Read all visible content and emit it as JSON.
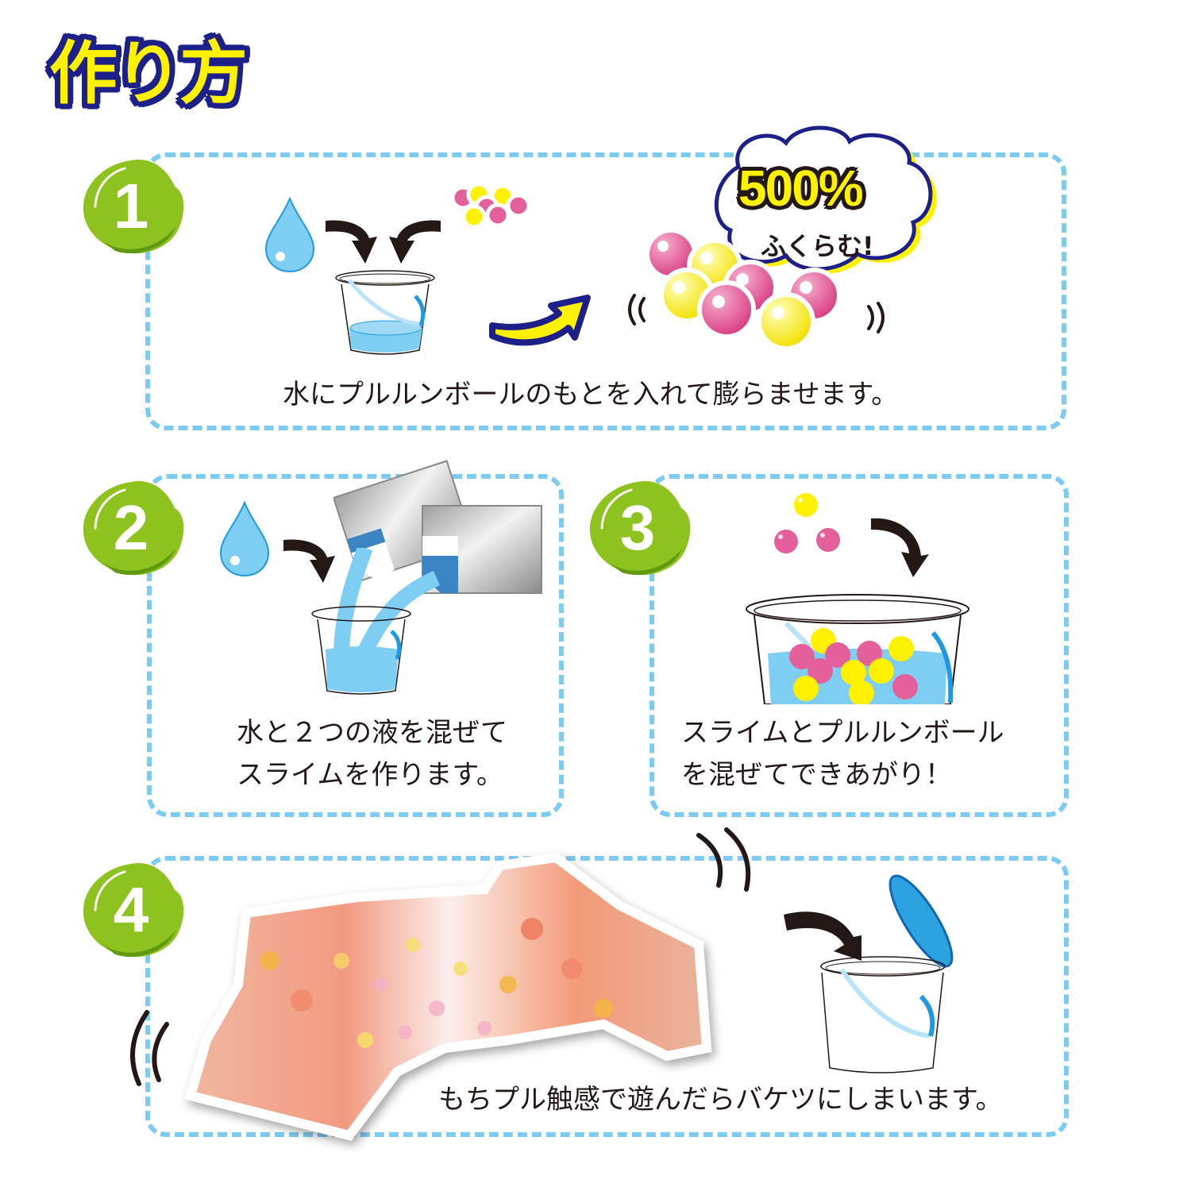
{
  "header": {
    "title": "作り方"
  },
  "colors": {
    "panel_border": "#7ccbf2",
    "badge_green": "#8dc21f",
    "badge_green_dark": "#5f9a0e",
    "title_yellow": "#fff200",
    "title_outline": "#1d2088",
    "water_blue": "#7ecef4",
    "bucket_handle": "#1f9ae0",
    "ball_pink": "#e4609b",
    "ball_yellow": "#fff100"
  },
  "steps": [
    {
      "number": "1",
      "caption": "水にプルルンボールのもとを入れて膨らませます。",
      "callout": {
        "big": "500%",
        "small": "ふくらむ!"
      },
      "icons": [
        "water-drop",
        "arrow",
        "balls-small",
        "bucket",
        "arrow-yellow",
        "balls-large"
      ]
    },
    {
      "number": "2",
      "caption_lines": [
        "水と２つの液を混ぜて",
        "スライムを作ります。"
      ],
      "icons": [
        "water-drop",
        "arrow",
        "packet",
        "packet",
        "bucket"
      ]
    },
    {
      "number": "3",
      "caption_lines": [
        "スライムとプルルンボール",
        "を混ぜてできあがり！"
      ],
      "icons": [
        "balls-small",
        "arrow",
        "bucket-with-balls"
      ]
    },
    {
      "number": "4",
      "caption": "もちプル触感で遊んだらバケツにしまいます。",
      "icons": [
        "slime-hands-photo",
        "arrow",
        "bucket-with-lid"
      ]
    }
  ]
}
